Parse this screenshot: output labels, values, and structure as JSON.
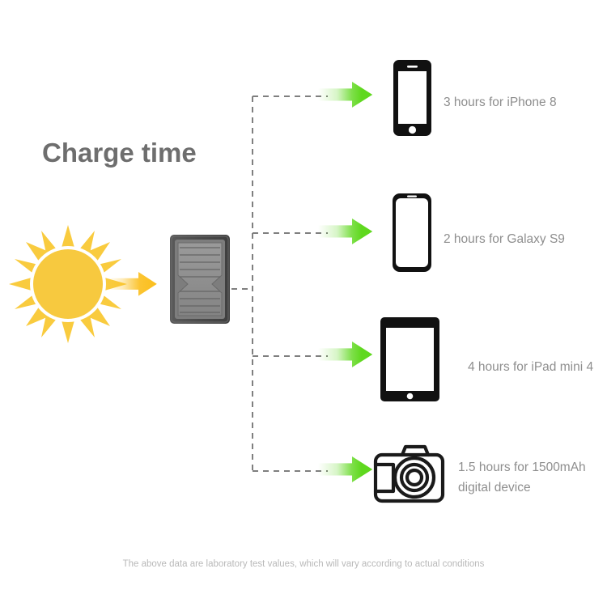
{
  "title": "Charge time",
  "disclaimer": "The above data are laboratory test values, which will vary according to actual conditions",
  "colors": {
    "title_gray": "#6e6e6e",
    "label_gray": "#8e8e8e",
    "disclaimer_gray": "#b9b9b9",
    "arrow_green": "#5fd81e",
    "arrow_yellow": "#fbbe1b",
    "sun_yellow": "#f7c93f",
    "sun_ray_yellow": "#f9cb3e",
    "panel_frame": "#4d4d4d",
    "panel_cell": "#8f8f8f",
    "dash_gray": "#7f7f7f",
    "device_black": "#111111"
  },
  "source": {
    "sun": "sun-icon",
    "solar_panel": "solar-panel-icon",
    "yellow_arrow": "yellow-arrow-icon"
  },
  "devices": [
    {
      "id": "iphone",
      "icon": "iphone-icon",
      "label": "3 hours for iPhone 8",
      "hours": 3,
      "device": "iPhone 8"
    },
    {
      "id": "galaxy",
      "icon": "galaxy-phone-icon",
      "label": "2 hours for Galaxy S9",
      "hours": 2,
      "device": "Galaxy S9"
    },
    {
      "id": "ipad",
      "icon": "ipad-icon",
      "label": "4 hours for iPad mini 4",
      "hours": 4,
      "device": "iPad mini 4"
    },
    {
      "id": "camera",
      "icon": "camera-icon",
      "label": "1.5 hours for 1500mAh digital device",
      "label_line1": "1.5 hours for 1500mAh",
      "label_line2": "digital device",
      "hours": 1.5,
      "device": "1500mAh digital device"
    }
  ],
  "chart_data": {
    "type": "bar",
    "title": "Charge time",
    "categories": [
      "iPhone 8",
      "Galaxy S9",
      "iPad mini 4",
      "1500mAh digital device"
    ],
    "values": [
      3,
      2,
      4,
      1.5
    ],
    "xlabel": "",
    "ylabel": "Hours",
    "ylim": [
      0,
      4
    ],
    "annotations": [
      "The above data are laboratory test values, which will vary according to actual conditions"
    ],
    "legend": []
  }
}
